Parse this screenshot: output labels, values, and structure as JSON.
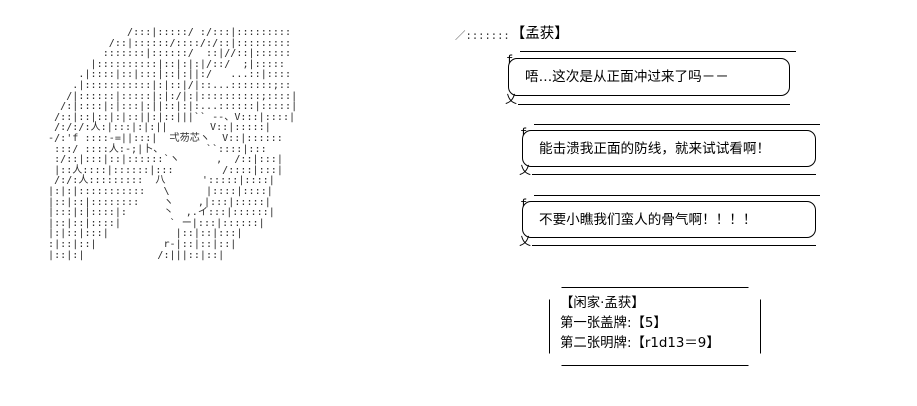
{
  "scene": {
    "background_color": "#ffffff",
    "ink_color": "#000000"
  },
  "character": {
    "name_label": "【孟获】",
    "name_lead_art": "／:::::::"
  },
  "dialogue": [
    {
      "id": "line-1",
      "text": "唔…这次是从正面冲过来了吗－－",
      "tail_top": "f",
      "tail_bottom": "乂"
    },
    {
      "id": "line-2",
      "text": "能击溃我正面的防线，就来试试看啊！",
      "tail_top": "f",
      "tail_bottom": "乂"
    },
    {
      "id": "line-3",
      "text": "不要小瞧我们蛮人的骨气啊！！！！",
      "tail_top": "f",
      "tail_bottom": "乂"
    }
  ],
  "status_box": {
    "title": "【闲家·孟获】",
    "rows": [
      {
        "label": "第一张盖牌:",
        "value": "【5】",
        "full": "第一张盖牌:【5】"
      },
      {
        "label": "第二张明牌:",
        "value": "【r1d13＝9】",
        "full": "第二张明牌:【r1d13＝9】"
      }
    ]
  },
  "ascii_art": {
    "body": "             /:::|:::::/ :/:::|:::::::::\n          /::|::::::/::::/:/::|:::::::::\n         :::::::|::::::/  ::|//::|::::::\n       |::::::::::|::|:|:|/::/  ;|:::::\n     .|::::|::|:::|::|:||:/   ...::|::::\n    .|:::::::::::|:|::|/|::...:::::::;::\n   /|::::::|:::::|:|:/|:|::::::::::;::::|\n  /:|::::|:|:::|:||::|:|:...::::::|:::::|\n /::|::|::|:|::||:|::|||`` --、V:::|::::|\n /:/:/:人:|:::|:|:||       V::|:::::|\n-/:'f ::::-=||:::|  弌芴芯ヽ  V::|::::::\n :::/ ::::人:-;|卜、       ``::::|:::\n :/::|:::|::|::::::`ヽ      ,  /::|:::|\n |::人::::|::::::|:::        /::::|:::|\n /:/:人:::::::::  八      ':::::|::::|\n|:|:|:::::::::::   \\      |::::|::::|\n|::|::|::::::::    ヽ    ,|:::|:::::|\n|:::|:|::::|:      丶  ,.イ:::|::::::|\n|::|::|::::|        ` ー|:::|::::::|\n|:|::|:::|           |::|::|:::|\n:|::|::|           r‐|::|::|::|\n|::|:|            /:|||::|::|\n",
    "body_right": ""
  }
}
